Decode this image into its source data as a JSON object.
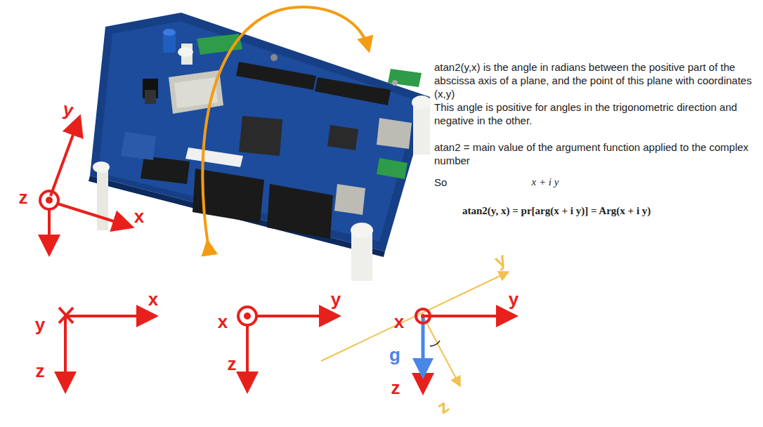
{
  "diagram": {
    "labels": [
      "y",
      "z",
      "x",
      "atan2(y,x) is the angle in radians between the positive part of the abscissa axis of a plane, and the point of this plane with coordinates (x,y)",
      "This angle is positive for angles in the trigonometric direction and negative in the other.",
      "atan2 = main value of the argument function applied to the complex number",
      "So",
      "x + i y",
      "atan2(y, x) = pr[arg(x + i y)] = Arg(x + i y)",
      "y",
      "x",
      "z",
      "x",
      "y",
      "z",
      "y",
      "y",
      "x",
      "g",
      "z",
      "z"
    ]
  }
}
